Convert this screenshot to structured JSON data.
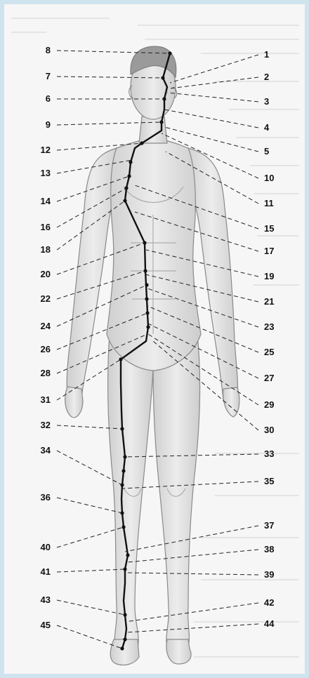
{
  "labels_left": [
    "8",
    "7",
    "6",
    "9",
    "12",
    "13",
    "14",
    "16",
    "18",
    "20",
    "22",
    "24",
    "26",
    "28",
    "31",
    "32",
    "34",
    "36",
    "40",
    "41",
    "43",
    "45"
  ],
  "labels_right": [
    "1",
    "2",
    "3",
    "4",
    "5",
    "10",
    "11",
    "15",
    "17",
    "19",
    "21",
    "23",
    "25",
    "27",
    "29",
    "30",
    "33",
    "35",
    "37",
    "38",
    "39",
    "42",
    "44"
  ],
  "colors": {
    "frame": "#cfe4ef",
    "background": "#f6f6f6",
    "body_fill": "#e2e2e2",
    "body_outline": "#8a8a8a",
    "meridian": "#111111",
    "leader_line": "#222222"
  }
}
